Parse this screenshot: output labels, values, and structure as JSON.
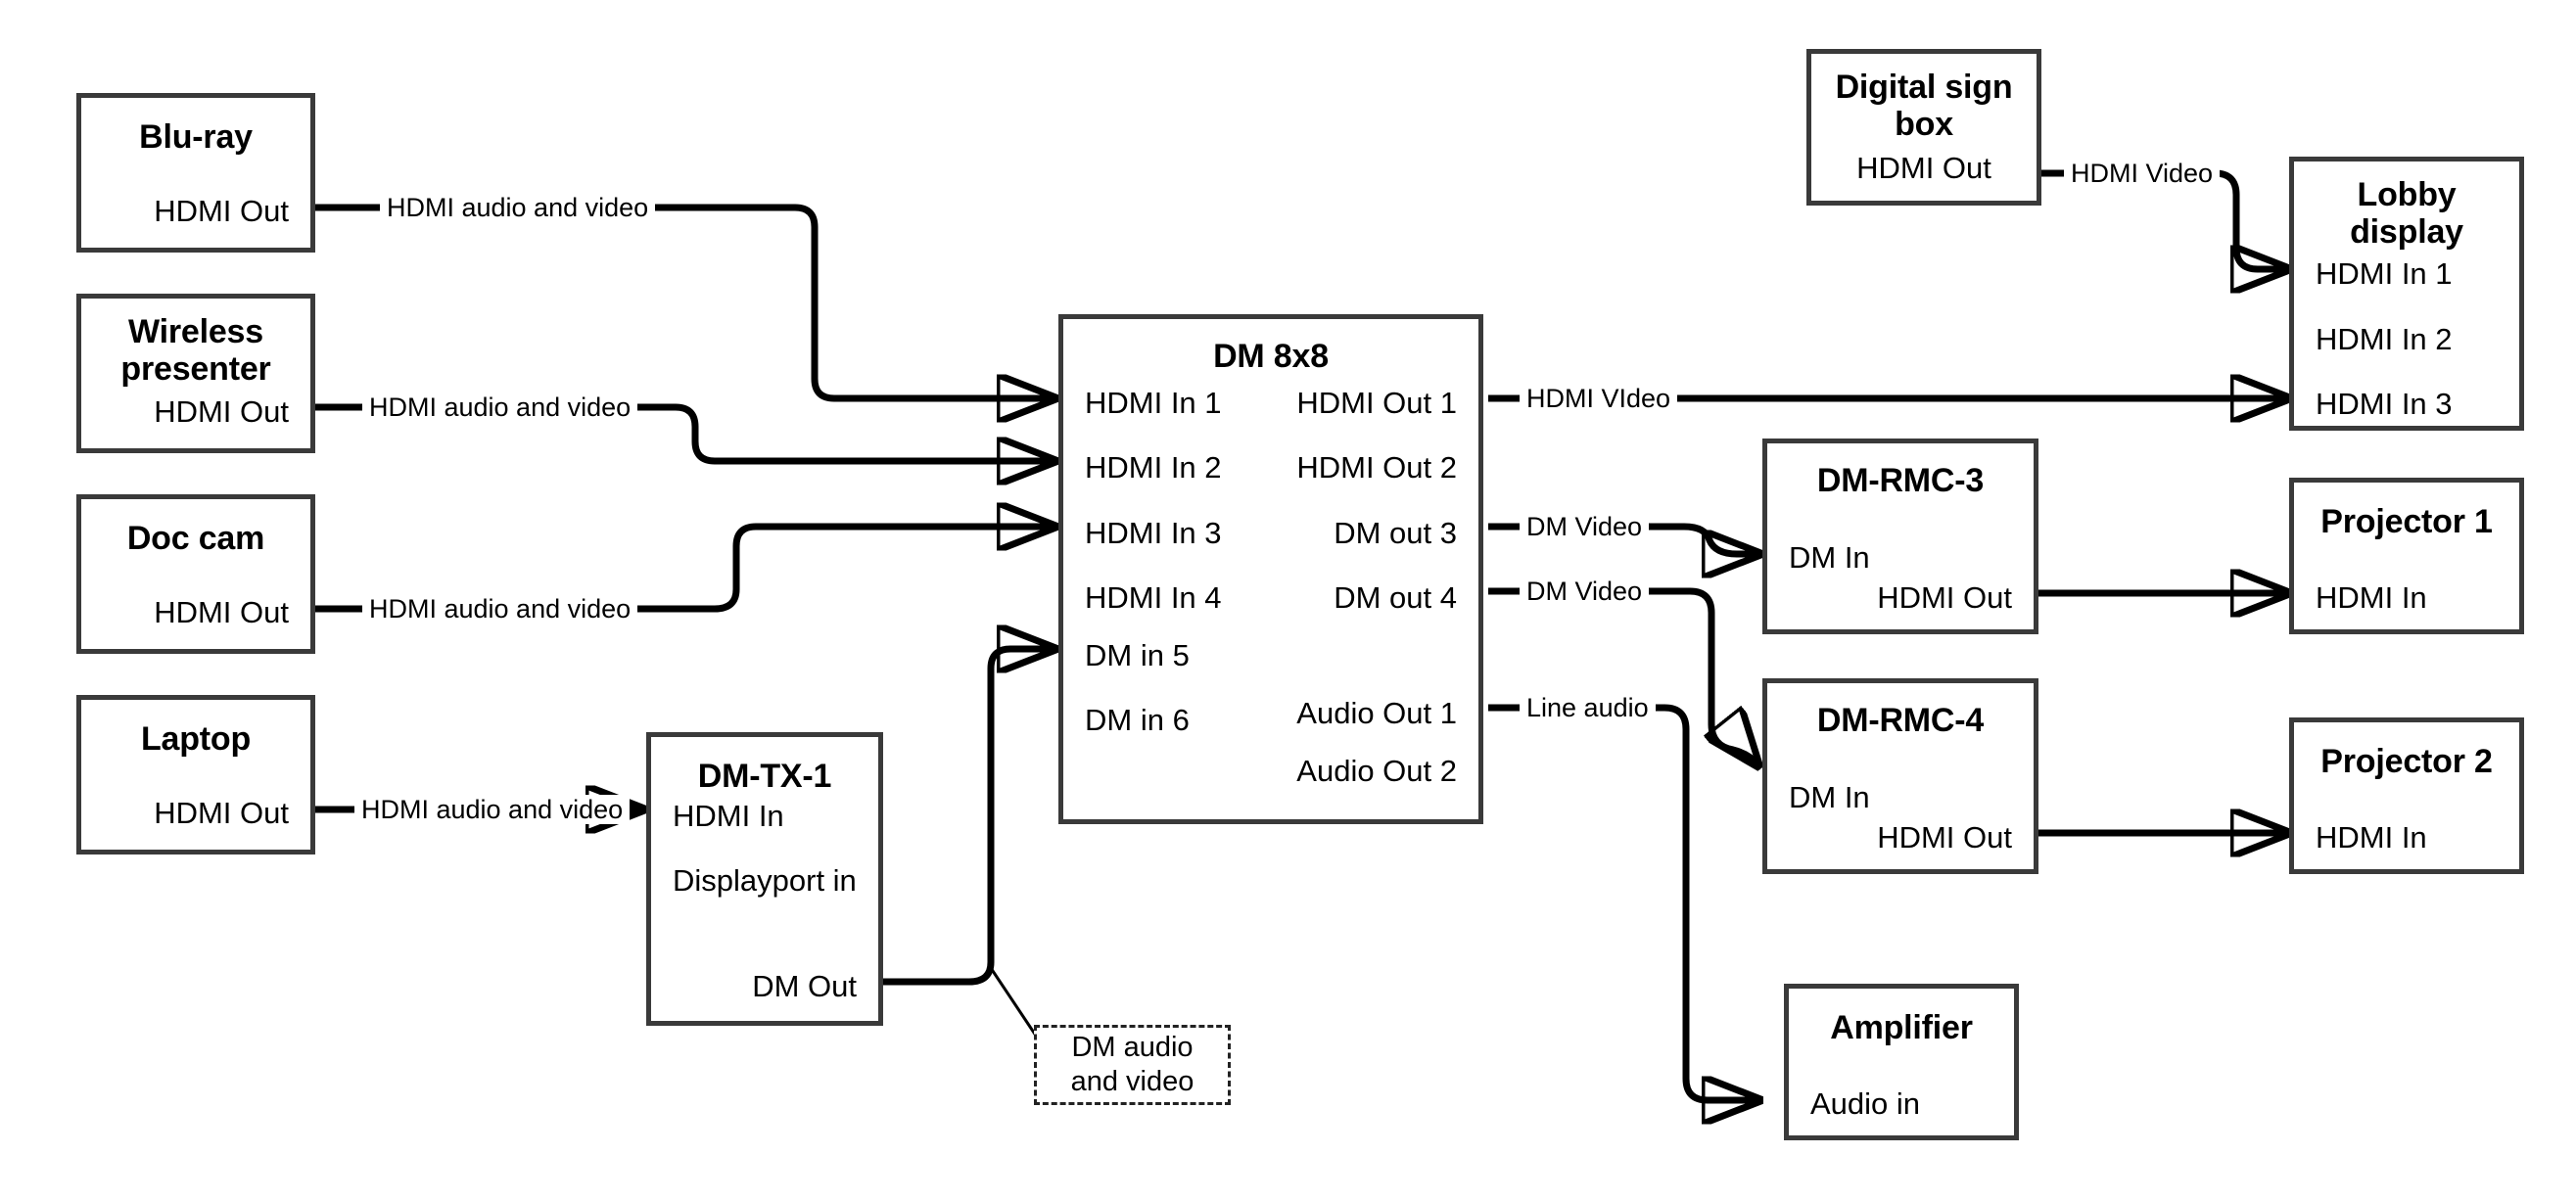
{
  "diagram": {
    "title": "AV signal flow diagram",
    "background_color": "#ffffff",
    "line_color": "#000000",
    "box_border_color": "#3a3a3a"
  },
  "nodes": [
    {
      "id": "bluray",
      "title": "Blu-ray",
      "ports": [
        {
          "label": "HDMI Out",
          "side": "right"
        }
      ]
    },
    {
      "id": "wireless-presenter",
      "title": "Wireless presenter",
      "title_line1": "Wireless",
      "title_line2": "presenter",
      "ports": [
        {
          "label": "HDMI Out",
          "side": "right"
        }
      ]
    },
    {
      "id": "doc-cam",
      "title": "Doc cam",
      "ports": [
        {
          "label": "HDMI Out",
          "side": "right"
        }
      ]
    },
    {
      "id": "laptop",
      "title": "Laptop",
      "ports": [
        {
          "label": "HDMI Out",
          "side": "right"
        }
      ]
    },
    {
      "id": "dm-tx-1",
      "title": "DM-TX-1",
      "ports": [
        {
          "label": "HDMI In",
          "side": "left"
        },
        {
          "label": "Displayport in",
          "side": "left"
        },
        {
          "label": "DM Out",
          "side": "right"
        }
      ]
    },
    {
      "id": "dm-8x8",
      "title": "DM 8x8",
      "ports": [
        {
          "label": "HDMI In 1",
          "side": "left"
        },
        {
          "label": "HDMI In 2",
          "side": "left"
        },
        {
          "label": "HDMI In 3",
          "side": "left"
        },
        {
          "label": "HDMI In 4",
          "side": "left"
        },
        {
          "label": "DM in 5",
          "side": "left"
        },
        {
          "label": "DM in 6",
          "side": "left"
        },
        {
          "label": "HDMI Out 1",
          "side": "right"
        },
        {
          "label": "HDMI Out 2",
          "side": "right"
        },
        {
          "label": "DM out 3",
          "side": "right"
        },
        {
          "label": "DM out 4",
          "side": "right"
        },
        {
          "label": "Audio Out 1",
          "side": "right"
        },
        {
          "label": "Audio Out 2",
          "side": "right"
        }
      ]
    },
    {
      "id": "digital-sign-box",
      "title": "Digital sign box",
      "title_line1": "Digital sign",
      "title_line2": "box",
      "ports": [
        {
          "label": "HDMI Out",
          "side": "center"
        }
      ]
    },
    {
      "id": "lobby-display",
      "title": "Lobby display",
      "title_line1": "Lobby",
      "title_line2": "display",
      "ports": [
        {
          "label": "HDMI In 1",
          "side": "left"
        },
        {
          "label": "HDMI In 2",
          "side": "left"
        },
        {
          "label": "HDMI In 3",
          "side": "left"
        }
      ]
    },
    {
      "id": "dm-rmc-3",
      "title": "DM-RMC-3",
      "ports": [
        {
          "label": "DM In",
          "side": "left"
        },
        {
          "label": "HDMI Out",
          "side": "right"
        }
      ]
    },
    {
      "id": "dm-rmc-4",
      "title": "DM-RMC-4",
      "ports": [
        {
          "label": "DM In",
          "side": "left"
        },
        {
          "label": "HDMI Out",
          "side": "right"
        }
      ]
    },
    {
      "id": "projector-1",
      "title": "Projector 1",
      "ports": [
        {
          "label": "HDMI In",
          "side": "left"
        }
      ]
    },
    {
      "id": "projector-2",
      "title": "Projector 2",
      "ports": [
        {
          "label": "HDMI In",
          "side": "left"
        }
      ]
    },
    {
      "id": "amplifier",
      "title": "Amplifier",
      "ports": [
        {
          "label": "Audio in",
          "side": "left"
        }
      ]
    }
  ],
  "edge_labels": {
    "bluray_to_dm": "HDMI audio and video",
    "wireless_to_dm": "HDMI audio and video",
    "doccam_to_dm": "HDMI audio and video",
    "laptop_to_tx": "HDMI audio and video",
    "sign_to_lobby": "HDMI Video",
    "dm_out1_to_lobby": "HDMI VIdeo",
    "dm_out3_to_rmc3": "DM Video",
    "dm_out4_to_rmc4": "DM Video",
    "dm_audio1_to_amp": "Line audio"
  },
  "annotations": {
    "dm_tx_out_note": "DM audio and video"
  }
}
